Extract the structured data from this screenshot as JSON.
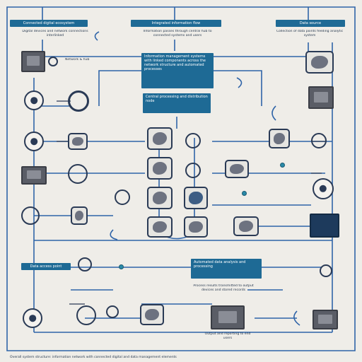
{
  "labels": {
    "top_left_tag": "Connected digital ecosystem",
    "top_center_tag": "Integrated information flow",
    "top_right_tag": "Data source",
    "top_left_note": "Digital devices and network connections interlinked",
    "top_center_note": "Information passes through central hub to connected systems and users",
    "top_right_note": "Collection of data points feeding analytic system",
    "circle_label": "Network & hub",
    "hub_tag": "Information management systems with linked components across the network structure and automated processes",
    "hub_tag_2": "Central processing and distribution node",
    "left_mid_tag": "Data access point",
    "bottom_center_tag": "Automated data analysis and processing",
    "bottom_center_note": "Process results transmitted to output devices and stored records",
    "bottom_right_note": "Output and reporting to end users",
    "footer": "Overall system structure: information network with connected digital and data management elements"
  },
  "colors": {
    "background": "#efede8",
    "tag_fill": "#1e6a95",
    "connector_dark": "#2a3a55",
    "connector_blue": "#2f64a8",
    "accent_dot": "#2a8aa8"
  },
  "icons": [
    "monitor-icon",
    "gear-icon",
    "person-icon",
    "device-icon",
    "server-icon",
    "document-icon",
    "cloud-icon",
    "node-icon"
  ]
}
